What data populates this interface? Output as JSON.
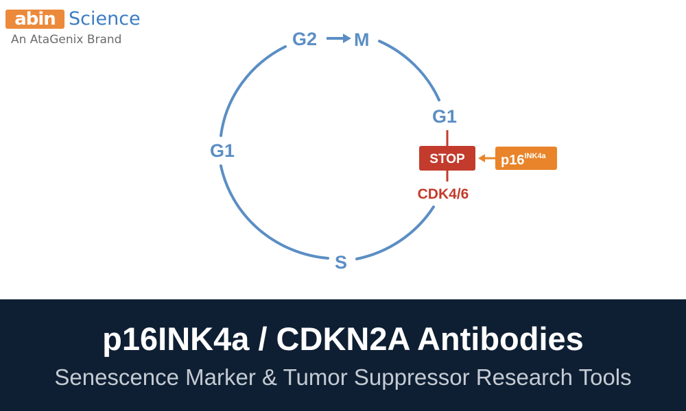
{
  "logo": {
    "brand_mark": "abin",
    "brand_word": "Science",
    "tagline": "An AtaGenix Brand"
  },
  "diagram": {
    "phase_g2": "G2",
    "phase_m": "M",
    "phase_g1_right": "G1",
    "phase_g1_left": "G1",
    "phase_s": "S",
    "stop_label": "STOP",
    "kinase_label": "CDK4/6",
    "inhibitor_main": "p16",
    "inhibitor_sup": "INK4a",
    "colors": {
      "cycle": "#5b8ec4",
      "stop": "#c23b2c",
      "inhibitor": "#e9842a"
    }
  },
  "banner": {
    "title": "p16INK4a / CDKN2A Antibodies",
    "subtitle": "Senescence Marker & Tumor Suppressor Research Tools"
  }
}
